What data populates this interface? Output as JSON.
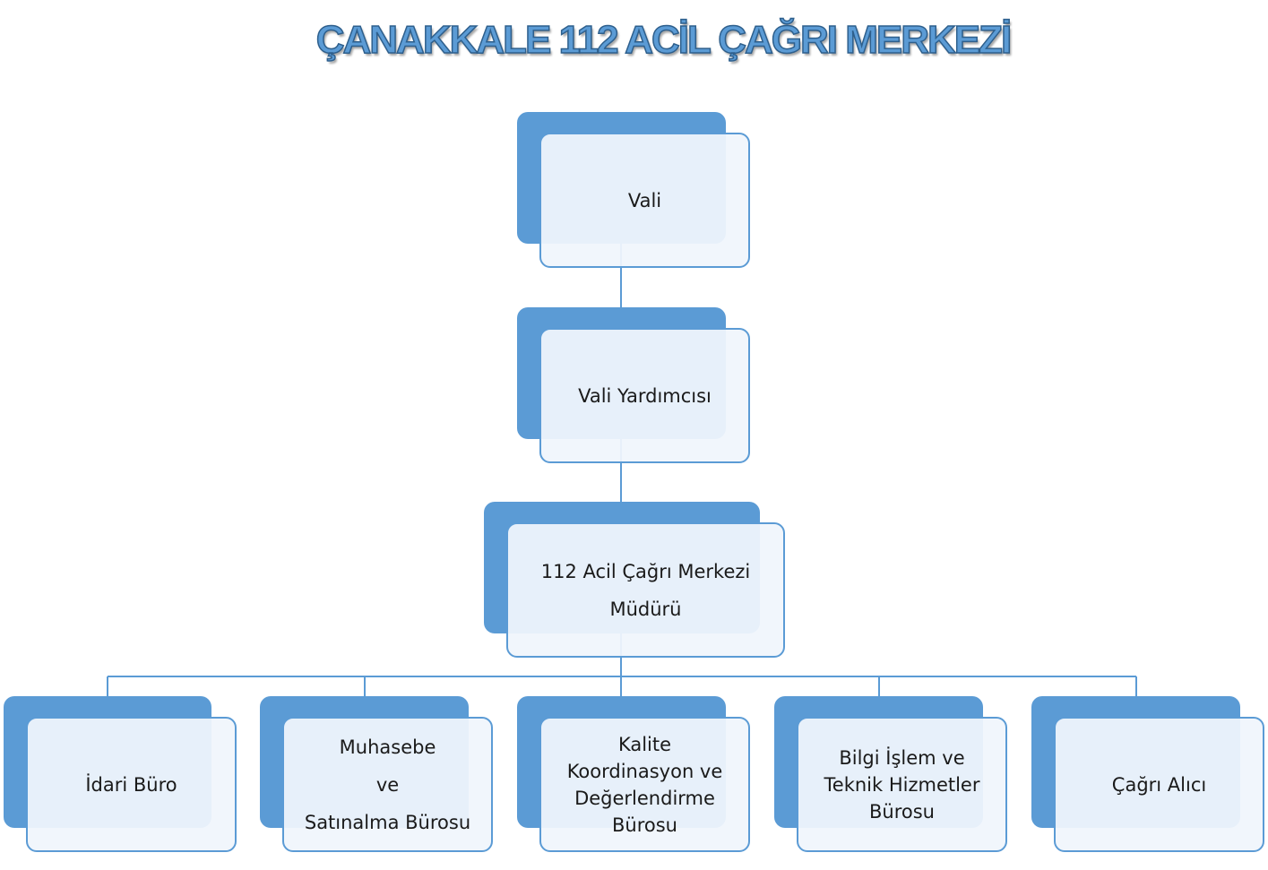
{
  "title": "ÇANAKKALE 112 ACİL ÇAĞRI MERKEZİ",
  "colors": {
    "accent": "#5b9bd5",
    "line": "#5b9bd5",
    "box_fill": "#f0f5fc",
    "text": "#1a1a1a"
  },
  "nodes": {
    "vali": {
      "lines": [
        "Vali"
      ]
    },
    "vali_yardimcisi": {
      "lines": [
        "Vali Yardımcısı"
      ]
    },
    "mudur": {
      "lines": [
        "112 Acil Çağrı Merkezi",
        "Müdürü"
      ]
    },
    "idari_buro": {
      "lines": [
        "İdari Büro"
      ]
    },
    "muhasebe": {
      "lines": [
        "Muhasebe",
        "ve",
        "Satınalma Bürosu"
      ]
    },
    "kalite": {
      "lines": [
        "Kalite",
        "Koordinasyon ve",
        "Değerlendirme",
        "Bürosu"
      ]
    },
    "bilgi_islem": {
      "lines": [
        "Bilgi İşlem ve",
        "Teknik Hizmetler",
        "Bürosu"
      ]
    },
    "cagri_alici": {
      "lines": [
        "Çağrı Alıcı"
      ]
    }
  }
}
